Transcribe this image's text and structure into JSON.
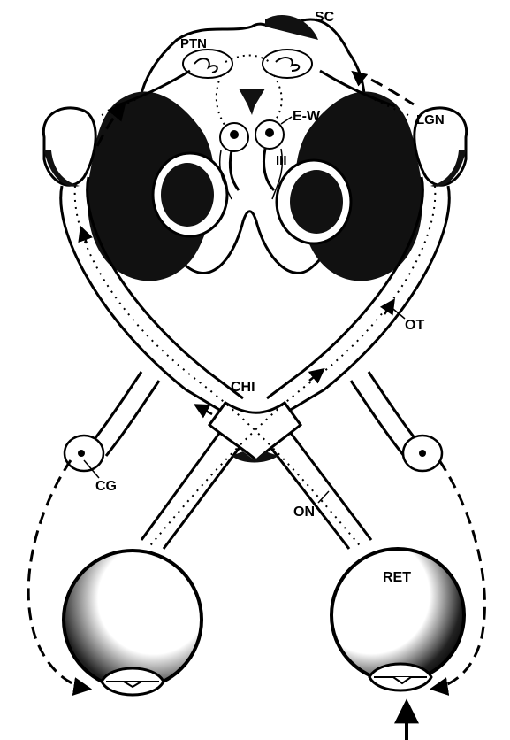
{
  "labels": {
    "sc": "SC",
    "ptn": "PTN",
    "ew": "E-W",
    "iii": "III",
    "lgn": "LGN",
    "ot": "OT",
    "chi": "CHI",
    "cg": "CG",
    "on": "ON",
    "ret": "RET"
  },
  "colors": {
    "ink": "#000000",
    "paper": "#ffffff"
  }
}
